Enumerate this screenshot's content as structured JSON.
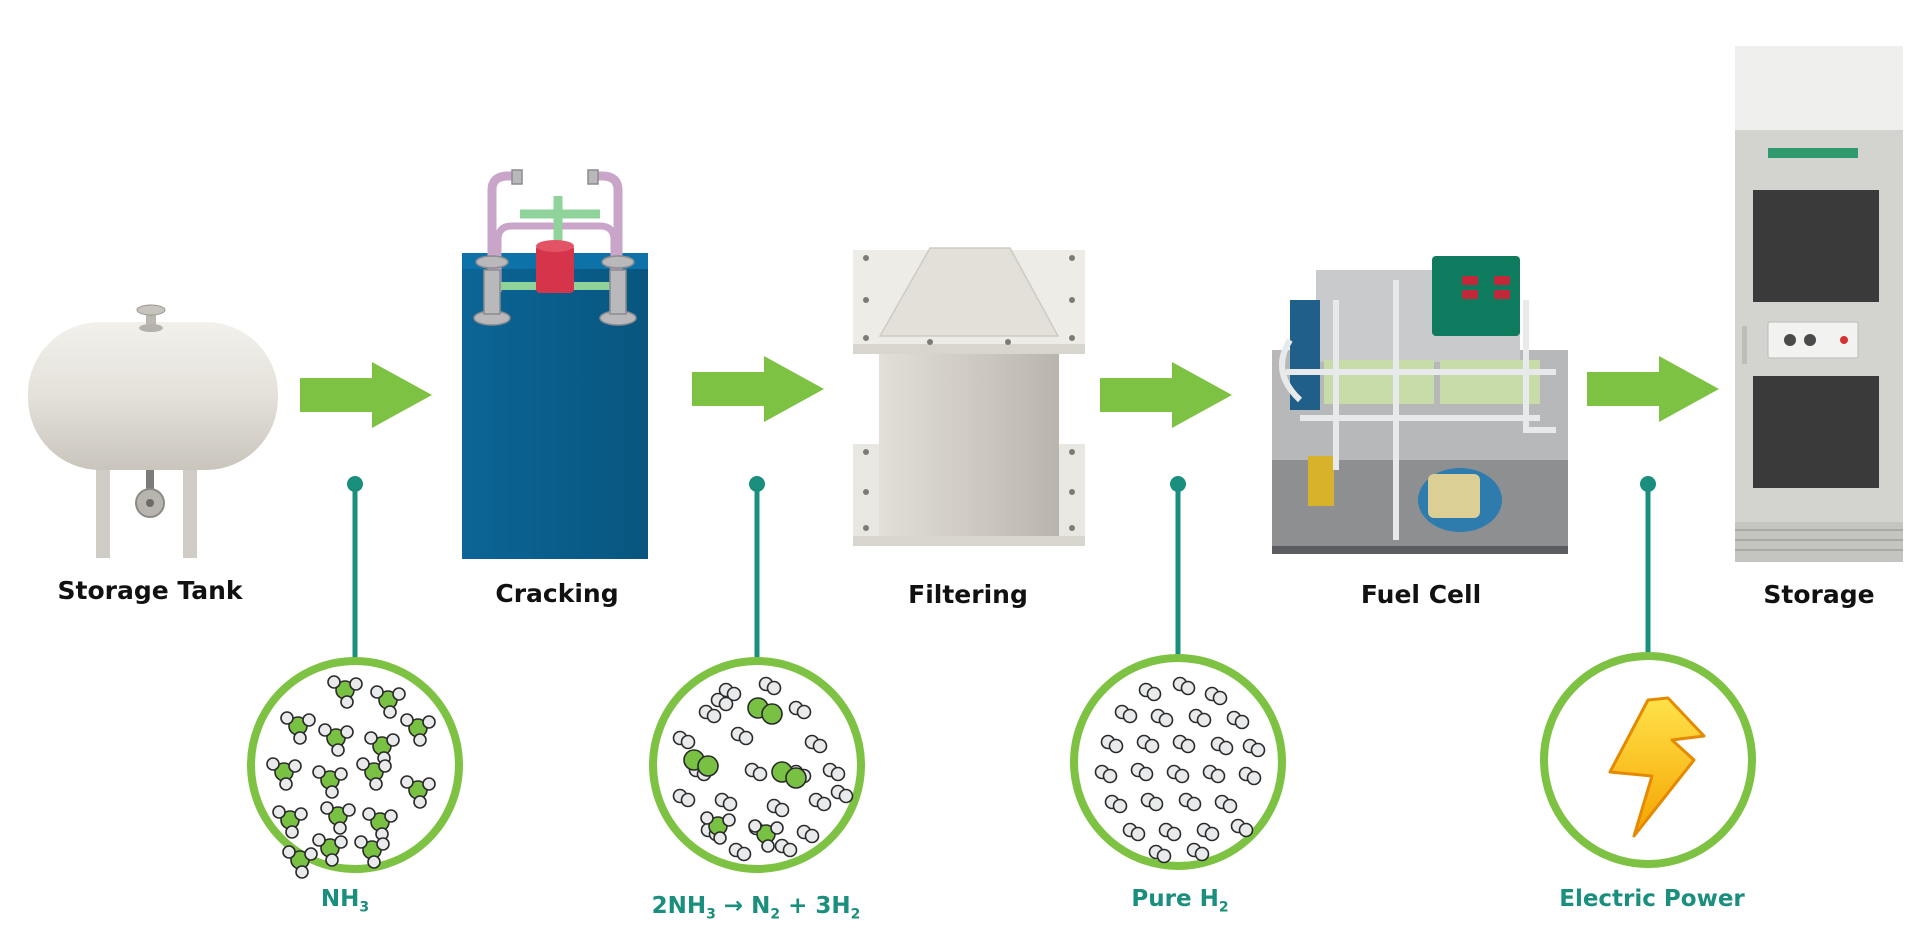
{
  "colors": {
    "arrow": "#7dc242",
    "teal": "#1b8f7d",
    "circle_ring": "#7dc242",
    "molecule_green": "#79c143",
    "tank": "#e6e3dd",
    "cracker_blue": "#0a5f8c",
    "filter_grey": "#d6d3cc",
    "cabinet": "#dcdcd8"
  },
  "stages": [
    {
      "id": "storage-tank",
      "label": "Storage Tank",
      "icon": "storage-tank-icon"
    },
    {
      "id": "cracking",
      "label": "Cracking",
      "icon": "cracking-reactor-icon"
    },
    {
      "id": "filtering",
      "label": "Filtering",
      "icon": "filter-housing-icon"
    },
    {
      "id": "fuel-cell",
      "label": "Fuel Cell",
      "icon": "fuel-cell-icon"
    },
    {
      "id": "storage",
      "label": "Storage",
      "icon": "storage-cabinet-icon"
    }
  ],
  "transitions": [
    {
      "main": "NH",
      "sub": "3",
      "tail": "",
      "icon": "ammonia-molecules-icon"
    },
    {
      "parts": [
        [
          "2NH",
          ""
        ],
        [
          "3",
          " → N"
        ],
        [
          "2",
          " + 3H"
        ],
        [
          "2",
          ""
        ]
      ],
      "icon": "cracked-gas-mixture-icon"
    },
    {
      "main": "Pure H",
      "sub": "2",
      "tail": "",
      "icon": "hydrogen-molecules-icon"
    },
    {
      "main": "Electric Power",
      "sub": "",
      "tail": "",
      "icon": "lightning-bolt-icon"
    }
  ]
}
